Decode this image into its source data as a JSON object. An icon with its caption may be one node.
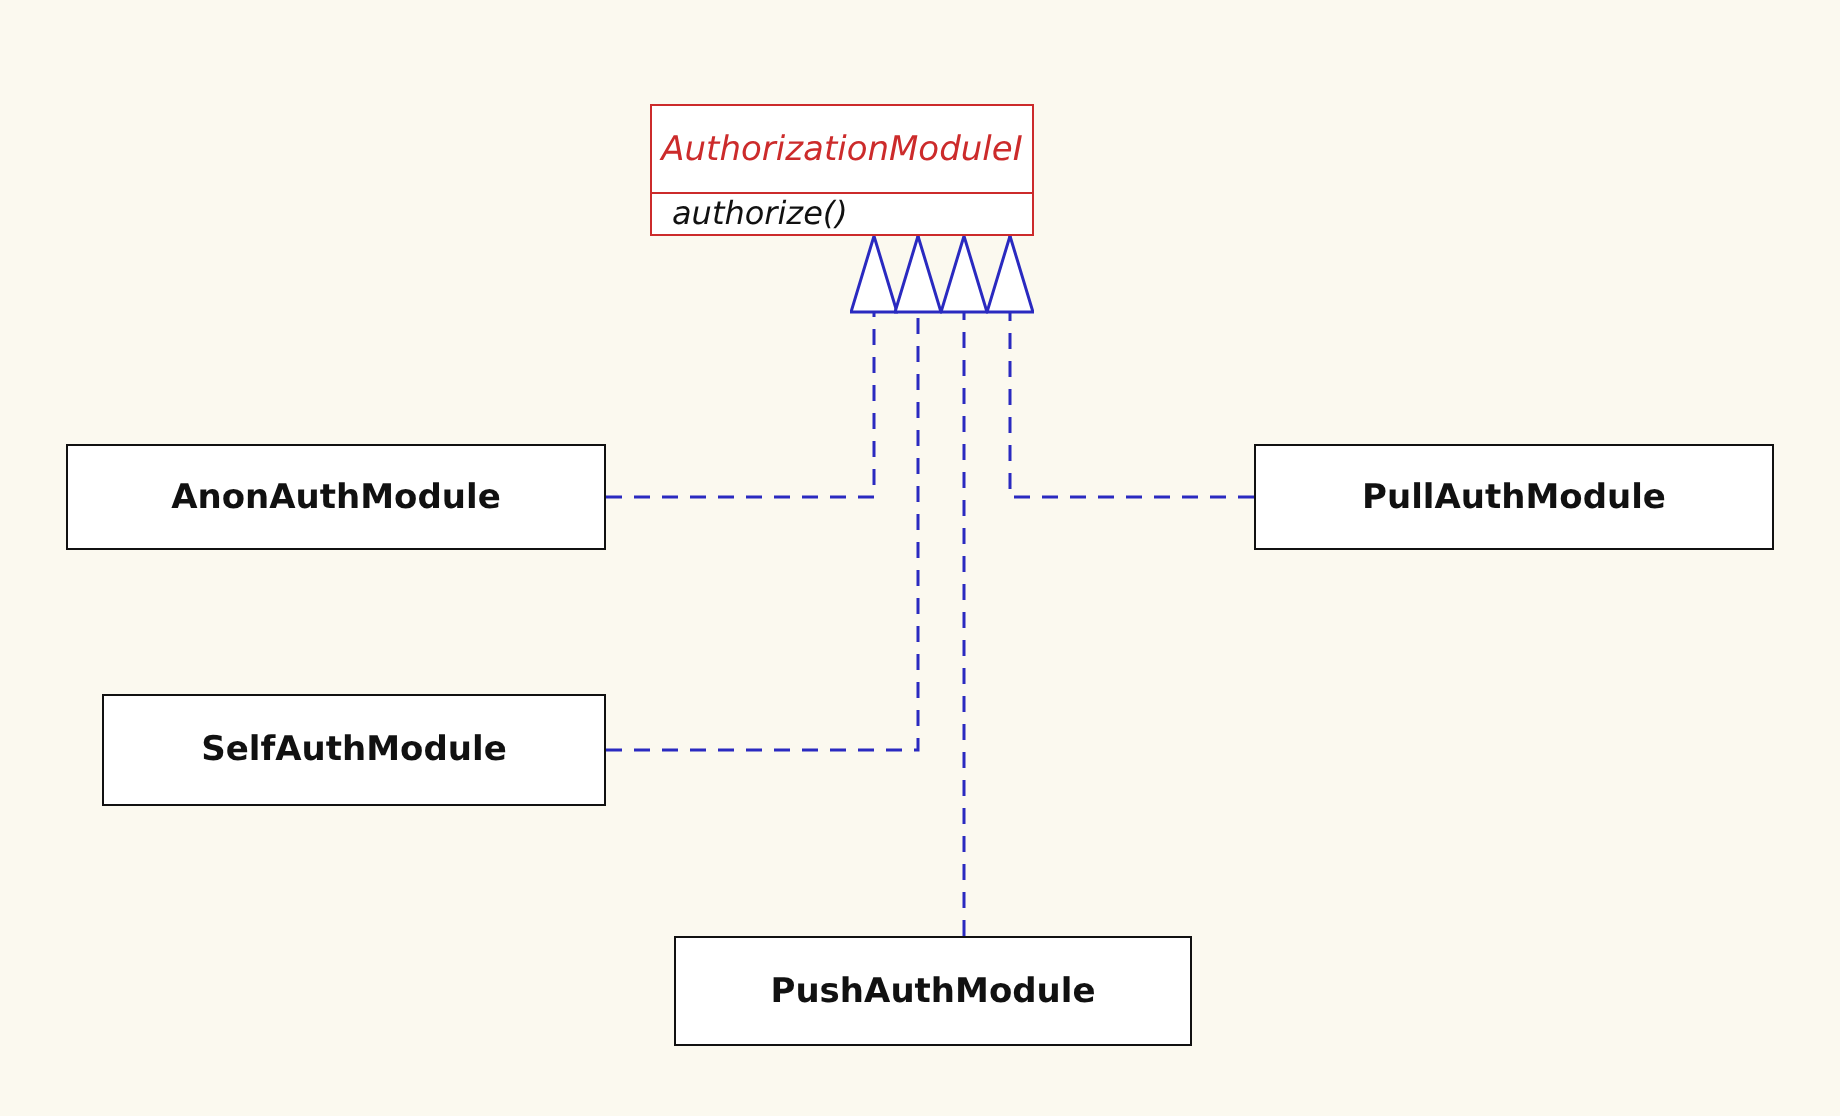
{
  "diagram": {
    "nodes": [
      {
        "text": [
          "AuthorizationModuleI",
          "authorize()"
        ]
      },
      {
        "text": [
          "AnonAuthModule"
        ]
      },
      {
        "text": [
          "PullAuthModule"
        ]
      },
      {
        "text": [
          "SelfAuthModule"
        ]
      },
      {
        "text": [
          "PushAuthModule"
        ]
      }
    ],
    "edges": [
      {
        "from": 1,
        "to": 0,
        "arrow": "to",
        "style": "dashed"
      },
      {
        "from": 3,
        "to": 0,
        "arrow": "to",
        "style": "dashed"
      },
      {
        "from": 4,
        "to": 0,
        "arrow": "to",
        "style": "dashed"
      },
      {
        "from": 2,
        "to": 0,
        "arrow": "to",
        "style": "dashed"
      }
    ]
  }
}
